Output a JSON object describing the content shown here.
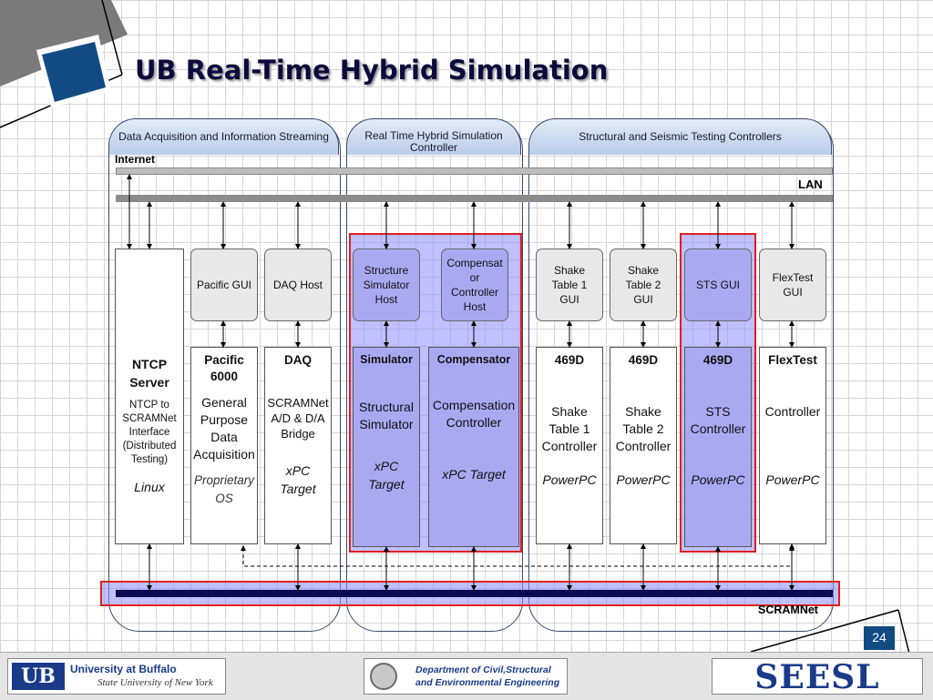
{
  "title": "UB Real-Time Hybrid Simulation",
  "panels": {
    "daq": "Data Acquisition and Information Streaming",
    "rths_line1": "Real Time Hybrid Simulation",
    "rths_line2": "Controller",
    "sstc": "Structural and Seismic Testing Controllers"
  },
  "buses": {
    "internet": "Internet",
    "lan": "LAN",
    "scramnet": "SCRAMNet"
  },
  "gui_boxes": {
    "pacific_gui": "Pacific GUI",
    "daq_host": "DAQ Host",
    "structure_sim_host": [
      "Structure",
      "Simulator",
      "Host"
    ],
    "compensator_host": [
      "Compensat",
      "or",
      "Controller",
      "Host"
    ],
    "shake1_gui": [
      "Shake",
      "Table 1",
      "GUI"
    ],
    "shake2_gui": [
      "Shake",
      "Table 2",
      "GUI"
    ],
    "sts_gui": "STS GUI",
    "flextest_gui": [
      "FlexTest",
      "GUI"
    ]
  },
  "columns": {
    "ntcp": {
      "head": [
        "NTCP",
        "Server"
      ],
      "body": [
        "NTCP to",
        "SCRAMNet",
        "Interface",
        "(Distributed",
        "Testing)"
      ],
      "os": "Linux"
    },
    "pacific": {
      "head": [
        "Pacific",
        "6000"
      ],
      "body": [
        "General",
        "Purpose",
        "Data",
        "Acquisition"
      ],
      "os": [
        "Proprietary",
        "OS"
      ]
    },
    "daq": {
      "head": "DAQ",
      "body": [
        "SCRAMNet",
        "A/D & D/A",
        "Bridge"
      ],
      "os": [
        "xPC",
        "Target"
      ]
    },
    "simulator": {
      "head": "Simulator",
      "body": [
        "Structural",
        "Simulator"
      ],
      "os": [
        "xPC",
        "Target"
      ]
    },
    "compensator": {
      "head": "Compensator",
      "body": [
        "Compensation",
        "Controller"
      ],
      "os": "xPC Target"
    },
    "st1": {
      "head": "469D",
      "body": [
        "Shake",
        "Table 1",
        "Controller"
      ],
      "os": "PowerPC"
    },
    "st2": {
      "head": "469D",
      "body": [
        "Shake",
        "Table 2",
        "Controller"
      ],
      "os": "PowerPC"
    },
    "sts": {
      "head": "469D",
      "body": [
        "STS",
        "Controller"
      ],
      "os": "PowerPC"
    },
    "flextest": {
      "head": "FlexTest",
      "body": [
        "Controller"
      ],
      "os": "PowerPC"
    }
  },
  "page_number": "24",
  "footer": {
    "ub_line1": "University at Buffalo",
    "ub_line2": "State University of New York",
    "dept_line1": "Department of Civil,Structural",
    "dept_line2": "and Environmental Engineering",
    "seesl": "SEESL"
  },
  "colors": {
    "title": "#0a0a3c",
    "highlight_red": "#e02020",
    "highlight_blue": "#a9a9f2",
    "scramnet_bus": "#0a0a50"
  }
}
